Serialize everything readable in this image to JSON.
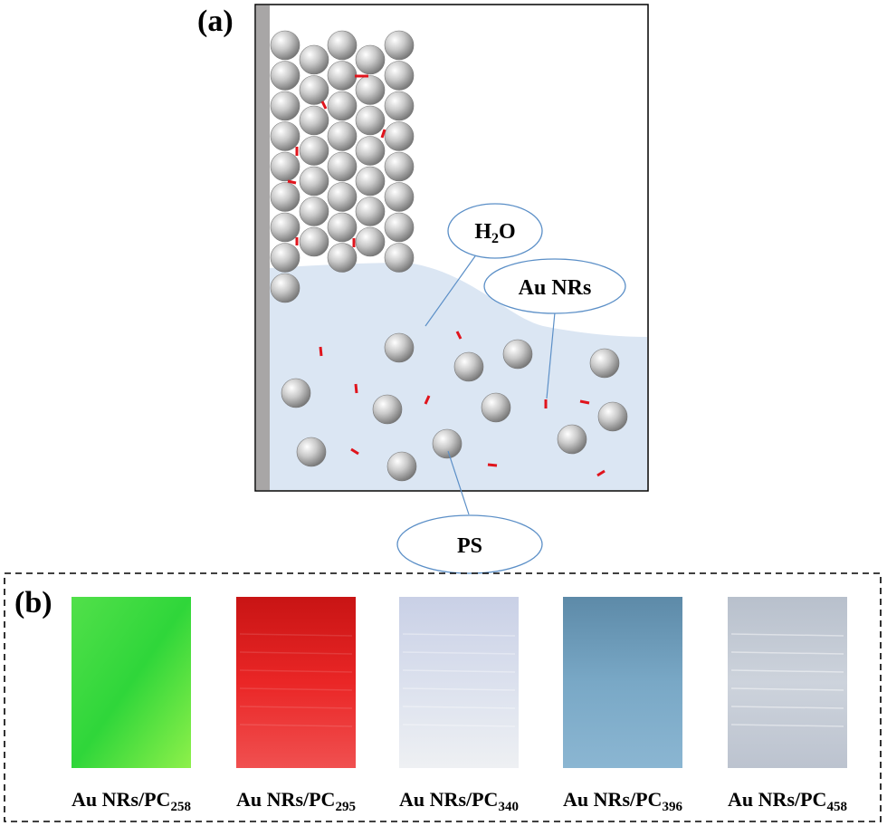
{
  "panel_a": {
    "label": "(a)",
    "callouts": {
      "water": {
        "main": "H",
        "sub": "2",
        "tail": "O"
      },
      "nanorods": {
        "text": "Au NRs"
      },
      "spheres": {
        "text": "PS"
      }
    }
  },
  "panel_b": {
    "label": "(b)",
    "samples": [
      {
        "prefix": "Au NRs/PC",
        "sub": "258",
        "color": "#3ddc3a"
      },
      {
        "prefix": "Au NRs/PC",
        "sub": "295",
        "color": "#e41c1c"
      },
      {
        "prefix": "Au NRs/PC",
        "sub": "340",
        "color": "#d9dfee"
      },
      {
        "prefix": "Au NRs/PC",
        "sub": "396",
        "color": "#6f9fbe"
      },
      {
        "prefix": "Au NRs/PC",
        "sub": "458",
        "color": "#c3cad5"
      }
    ]
  },
  "colors": {
    "water": "#dbe6f3",
    "substrate": "#a8a6a6",
    "rod": "#e0141c",
    "leader": "#5b8fc7"
  }
}
